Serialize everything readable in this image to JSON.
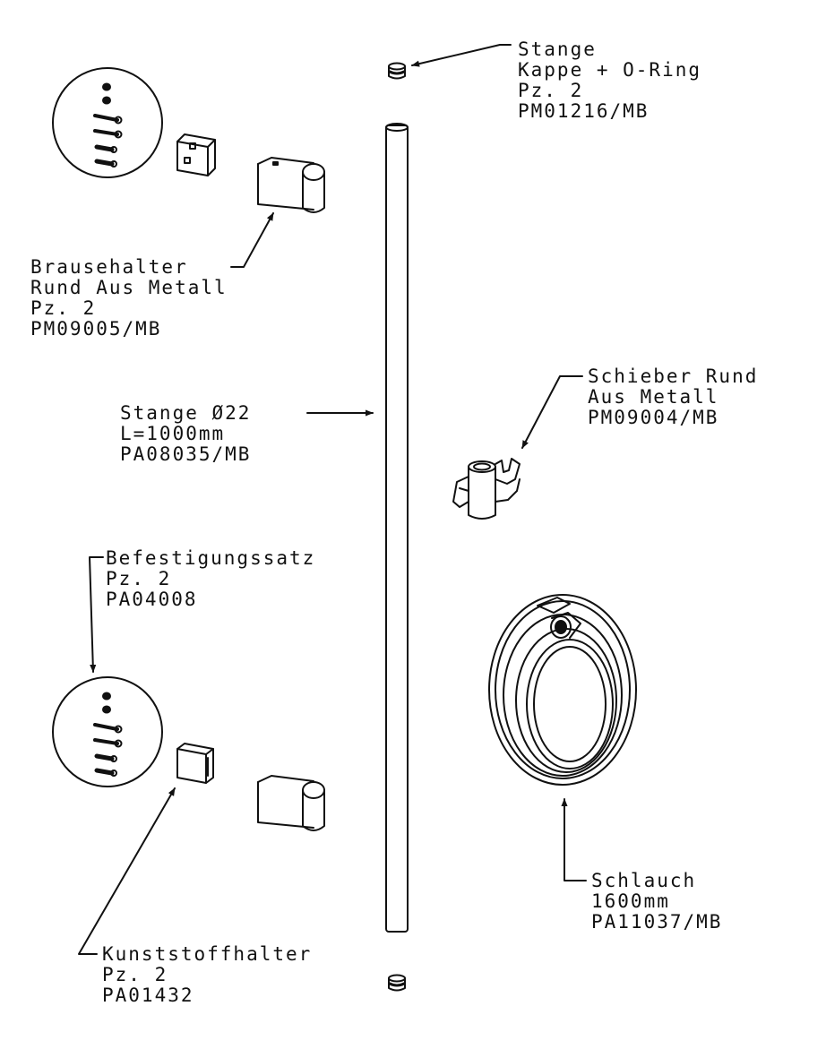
{
  "colors": {
    "ink": "#111111",
    "background": "#ffffff"
  },
  "labels": {
    "cap": {
      "lines": [
        "Stange",
        "Kappe + O-Ring",
        "Pz. 2",
        "PM01216/MB"
      ]
    },
    "holder_metal": {
      "lines": [
        "Brausehalter",
        "Rund Aus Metall",
        "Pz. 2",
        "PM09005/MB"
      ]
    },
    "rod": {
      "lines": [
        "Stange Ø22",
        "L=1000mm",
        "PA08035/MB"
      ]
    },
    "slider": {
      "lines": [
        "Schieber Rund",
        "Aus Metall",
        "PM09004/MB"
      ]
    },
    "fixing_set": {
      "lines": [
        "Befestigungssatz",
        "Pz. 2",
        "PA04008"
      ]
    },
    "hose": {
      "lines": [
        "Schlauch",
        "1600mm",
        "PA11037/MB"
      ]
    },
    "plastic_holder": {
      "lines": [
        "Kunststoffhalter",
        "Pz. 2",
        "PA01432"
      ]
    }
  }
}
